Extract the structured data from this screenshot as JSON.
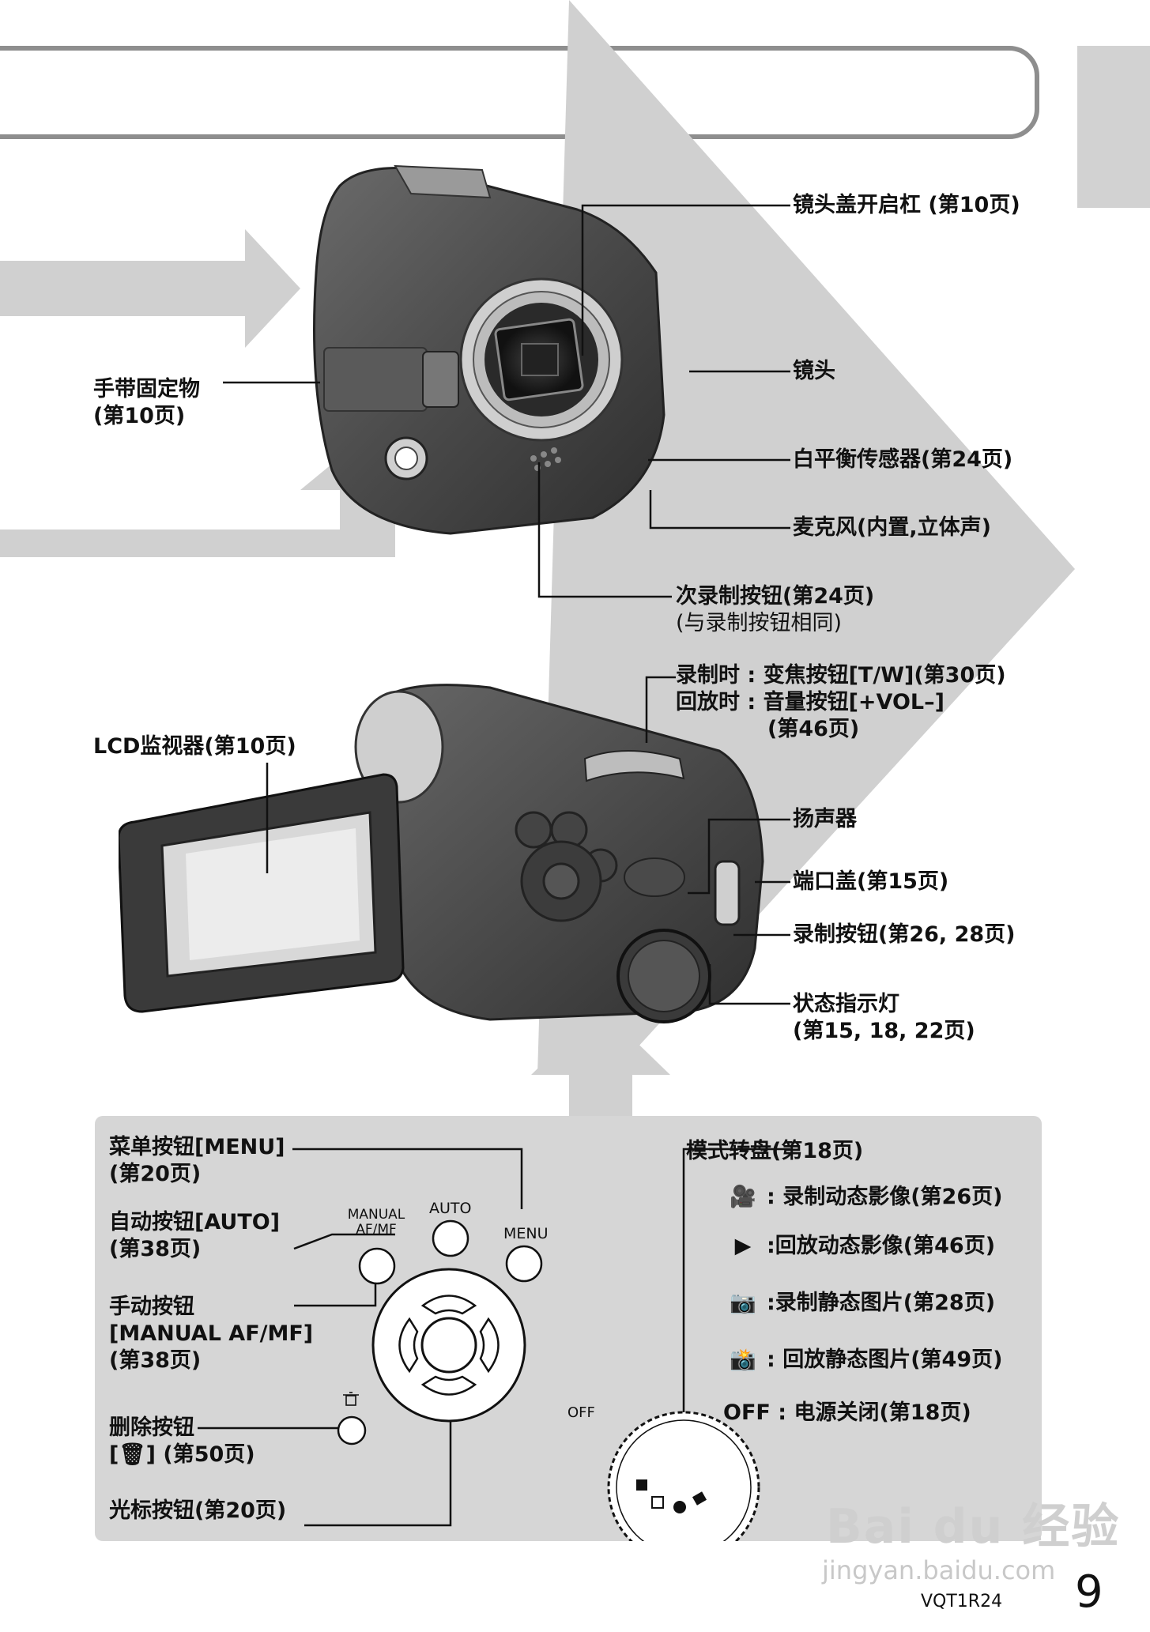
{
  "top_camera": {
    "labels": {
      "lens_cover_lever": "镜头盖开启杠 (第10页)",
      "lens": "镜头",
      "white_balance_sensor": "白平衡传感器(第24页)",
      "microphone": "麦克风(内置,立体声)",
      "sub_record_button_line1": "次录制按钮(第24页)",
      "sub_record_button_line2": "(与录制按钮相同)",
      "strap_holder_line1": "手带固定物",
      "strap_holder_line2": "(第10页)"
    }
  },
  "bottom_camera": {
    "labels": {
      "zoom_line1": "录制时 : 变焦按钮[T/W](第30页)",
      "zoom_line2": "回放时 : 音量按钮[+VOL–]",
      "zoom_line3": "(第46页)",
      "lcd_monitor": "LCD监视器(第10页)",
      "speaker": "扬声器",
      "terminal_cover": "端口盖(第15页)",
      "record_button": "录制按钮(第26, 28页)",
      "status_indicator_line1": "状态指示灯",
      "status_indicator_line2": "(第15, 18, 22页)"
    }
  },
  "controls_panel": {
    "menu_button_line1": "菜单按钮[MENU]",
    "menu_button_line2": "(第20页)",
    "auto_button_line1": "自动按钮[AUTO]",
    "auto_button_line2": "(第38页)",
    "manual_button_line1": "手动按钮",
    "manual_button_line2": "[MANUAL AF/MF]",
    "manual_button_line3": "(第38页)",
    "delete_button_line1": "删除按钮",
    "delete_button_line2": "] (第50页)",
    "cursor_button": "光标按钮(第20页)",
    "btn_manual_line1": "MANUAL",
    "btn_manual_line2": "AF/MF",
    "btn_auto": "AUTO",
    "btn_menu": "MENU",
    "dial_off": "OFF",
    "mode_dial_title": "模式转盘(第18页)",
    "modes": [
      {
        "icon": "movie-camera-icon",
        "text": ": 录制动态影像(第26页)"
      },
      {
        "icon": "play-icon",
        "text": ":回放动态影像(第46页)"
      },
      {
        "icon": "camera-icon",
        "text": ":录制静态图片(第28页)"
      },
      {
        "icon": "camera-play-icon",
        "text": ": 回放静态图片(第49页)"
      },
      {
        "icon": "off-icon",
        "text": ": 电源关闭(第18页)",
        "prefix": "OFF"
      }
    ]
  },
  "footer": {
    "model_code": "VQT1R24",
    "page_number": "9",
    "watermark_brand": "Bai du 经验",
    "watermark_url": "jingyan.baidu.com"
  },
  "colors": {
    "panel_bg": "#d6d6d6",
    "arrow_gray": "#d0d0d0",
    "tab_gray": "#d2d2d2"
  }
}
